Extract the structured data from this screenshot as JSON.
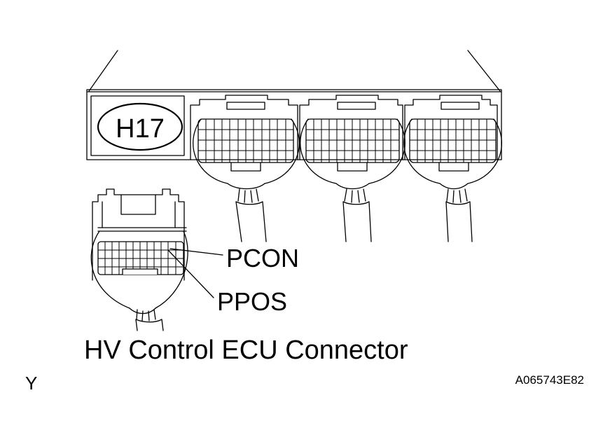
{
  "connector_code": "H17",
  "pins": {
    "pcon": "PCON",
    "ppos": "PPOS"
  },
  "caption": "HV Control ECU Connector",
  "corner_mark": "Y",
  "figure_id": "A065743E82",
  "colors": {
    "line": "#000000",
    "background": "#ffffff"
  }
}
